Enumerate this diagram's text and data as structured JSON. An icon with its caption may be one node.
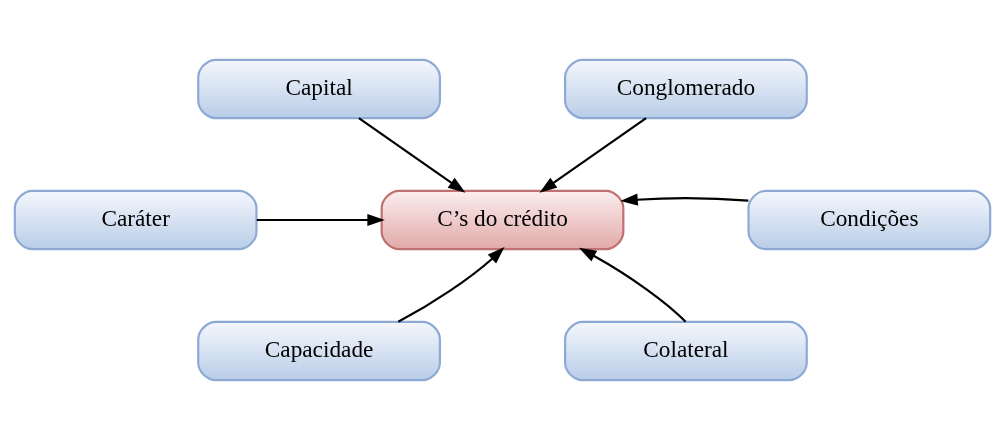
{
  "diagram": {
    "nodes": [
      {
        "text": [
          "Capital"
        ]
      },
      {
        "text": [
          "Conglomerado"
        ]
      },
      {
        "text": [
          "Caráter"
        ]
      },
      {
        "text": [
          "C’s do crédito"
        ]
      },
      {
        "text": [
          "Condições"
        ]
      },
      {
        "text": [
          "Capacidade"
        ]
      },
      {
        "text": [
          "Colateral"
        ]
      }
    ],
    "edges": [
      {
        "from": 0,
        "to": 3,
        "arrow": "to"
      },
      {
        "from": 1,
        "to": 3,
        "arrow": "to"
      },
      {
        "from": 2,
        "to": 3,
        "arrow": "to"
      },
      {
        "from": 4,
        "to": 3,
        "arrow": "to"
      },
      {
        "from": 5,
        "to": 3,
        "arrow": "to"
      },
      {
        "from": 6,
        "to": 3,
        "arrow": "to"
      }
    ]
  }
}
